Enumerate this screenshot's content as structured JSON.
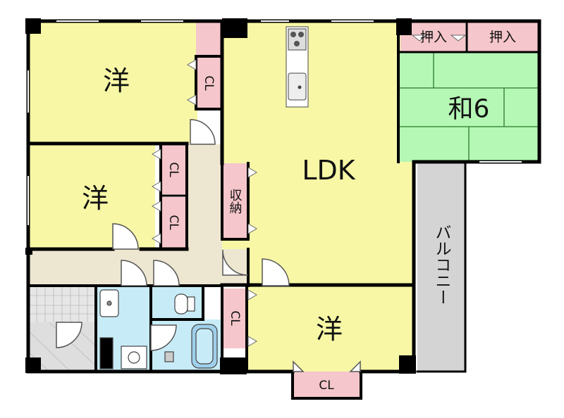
{
  "rooms": {
    "western_room_1": "洋",
    "western_room_2": "洋",
    "western_room_3": "洋",
    "ldk": "LDK",
    "japanese_room": "和6",
    "storage": "収納",
    "balcony": "バルコニー"
  },
  "closets": {
    "label": "CL",
    "oshiire_label": "押入"
  },
  "colors": {
    "room_yellow": "#f7f7a6",
    "tatami_green": "#b5f7b5",
    "closet_pink": "#f5c6cb",
    "hallway_beige": "#ede6d1",
    "wet_area_blue": "#c8ecf7",
    "balcony_gray": "#d4d4d4",
    "wall": "#000000"
  }
}
